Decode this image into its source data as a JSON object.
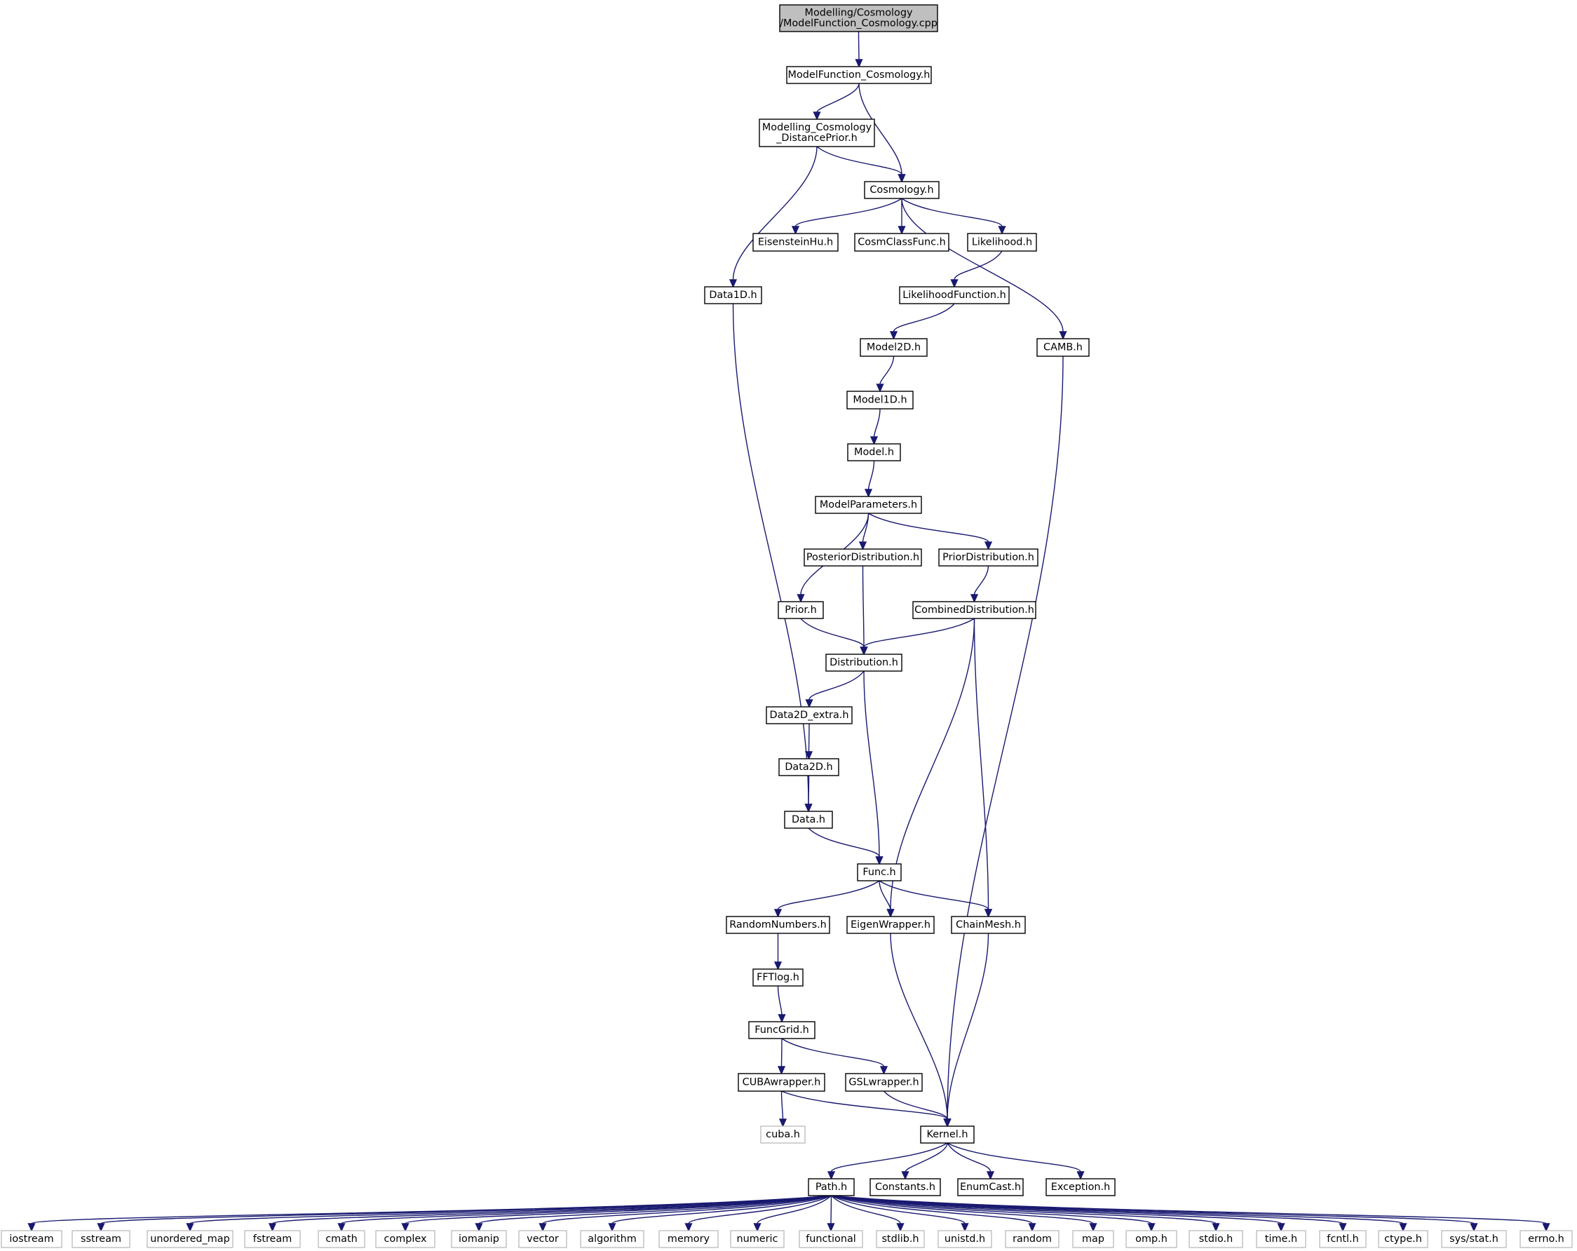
{
  "title": "",
  "nodes": [
    {
      "id": "root",
      "lines": [
        "Modelling/Cosmology",
        "/ModelFunction_Cosmology.cpp"
      ],
      "kind": "root"
    },
    {
      "id": "mfc_h",
      "lines": [
        "ModelFunction_Cosmology.h"
      ],
      "kind": "file"
    },
    {
      "id": "mcdp_h",
      "lines": [
        "Modelling_Cosmology",
        "_DistancePrior.h"
      ],
      "kind": "file"
    },
    {
      "id": "cosmology_h",
      "lines": [
        "Cosmology.h"
      ],
      "kind": "file"
    },
    {
      "id": "eisensteinhu_h",
      "lines": [
        "EisensteinHu.h"
      ],
      "kind": "file"
    },
    {
      "id": "cosmclassfunc_h",
      "lines": [
        "CosmClassFunc.h"
      ],
      "kind": "file"
    },
    {
      "id": "likelihood_h",
      "lines": [
        "Likelihood.h"
      ],
      "kind": "file"
    },
    {
      "id": "data1d_h",
      "lines": [
        "Data1D.h"
      ],
      "kind": "file"
    },
    {
      "id": "likelihoodfunction_h",
      "lines": [
        "LikelihoodFunction.h"
      ],
      "kind": "file"
    },
    {
      "id": "camb_h",
      "lines": [
        "CAMB.h"
      ],
      "kind": "file"
    },
    {
      "id": "model2d_h",
      "lines": [
        "Model2D.h"
      ],
      "kind": "file"
    },
    {
      "id": "model1d_h",
      "lines": [
        "Model1D.h"
      ],
      "kind": "file"
    },
    {
      "id": "model_h",
      "lines": [
        "Model.h"
      ],
      "kind": "file"
    },
    {
      "id": "modelparameters_h",
      "lines": [
        "ModelParameters.h"
      ],
      "kind": "file"
    },
    {
      "id": "posteriordistribution_h",
      "lines": [
        "PosteriorDistribution.h"
      ],
      "kind": "file"
    },
    {
      "id": "priordistribution_h",
      "lines": [
        "PriorDistribution.h"
      ],
      "kind": "file"
    },
    {
      "id": "prior_h",
      "lines": [
        "Prior.h"
      ],
      "kind": "file"
    },
    {
      "id": "combineddistribution_h",
      "lines": [
        "CombinedDistribution.h"
      ],
      "kind": "file"
    },
    {
      "id": "distribution_h",
      "lines": [
        "Distribution.h"
      ],
      "kind": "file"
    },
    {
      "id": "data2d_extra_h",
      "lines": [
        "Data2D_extra.h"
      ],
      "kind": "file"
    },
    {
      "id": "data2d_h",
      "lines": [
        "Data2D.h"
      ],
      "kind": "file"
    },
    {
      "id": "data_h",
      "lines": [
        "Data.h"
      ],
      "kind": "file"
    },
    {
      "id": "func_h",
      "lines": [
        "Func.h"
      ],
      "kind": "file"
    },
    {
      "id": "randomnumbers_h",
      "lines": [
        "RandomNumbers.h"
      ],
      "kind": "file"
    },
    {
      "id": "eigenwrapper_h",
      "lines": [
        "EigenWrapper.h"
      ],
      "kind": "file"
    },
    {
      "id": "chainmesh_h",
      "lines": [
        "ChainMesh.h"
      ],
      "kind": "file"
    },
    {
      "id": "fftlog_h",
      "lines": [
        "FFTlog.h"
      ],
      "kind": "file"
    },
    {
      "id": "funcgrid_h",
      "lines": [
        "FuncGrid.h"
      ],
      "kind": "file"
    },
    {
      "id": "cubawrapper_h",
      "lines": [
        "CUBAwrapper.h"
      ],
      "kind": "file"
    },
    {
      "id": "gslwrapper_h",
      "lines": [
        "GSLwrapper.h"
      ],
      "kind": "file"
    },
    {
      "id": "cuba_h",
      "lines": [
        "cuba.h"
      ],
      "kind": "ext"
    },
    {
      "id": "kernel_h",
      "lines": [
        "Kernel.h"
      ],
      "kind": "file"
    },
    {
      "id": "path_h",
      "lines": [
        "Path.h"
      ],
      "kind": "file"
    },
    {
      "id": "constants_h",
      "lines": [
        "Constants.h"
      ],
      "kind": "file"
    },
    {
      "id": "enumcast_h",
      "lines": [
        "EnumCast.h"
      ],
      "kind": "file"
    },
    {
      "id": "exception_h",
      "lines": [
        "Exception.h"
      ],
      "kind": "file"
    },
    {
      "id": "iostream",
      "lines": [
        "iostream"
      ],
      "kind": "ext"
    },
    {
      "id": "sstream",
      "lines": [
        "sstream"
      ],
      "kind": "ext"
    },
    {
      "id": "unordered_map",
      "lines": [
        "unordered_map"
      ],
      "kind": "ext"
    },
    {
      "id": "fstream",
      "lines": [
        "fstream"
      ],
      "kind": "ext"
    },
    {
      "id": "cmath",
      "lines": [
        "cmath"
      ],
      "kind": "ext"
    },
    {
      "id": "complex",
      "lines": [
        "complex"
      ],
      "kind": "ext"
    },
    {
      "id": "iomanip",
      "lines": [
        "iomanip"
      ],
      "kind": "ext"
    },
    {
      "id": "vector",
      "lines": [
        "vector"
      ],
      "kind": "ext"
    },
    {
      "id": "algorithm",
      "lines": [
        "algorithm"
      ],
      "kind": "ext"
    },
    {
      "id": "memory",
      "lines": [
        "memory"
      ],
      "kind": "ext"
    },
    {
      "id": "numeric",
      "lines": [
        "numeric"
      ],
      "kind": "ext"
    },
    {
      "id": "functional",
      "lines": [
        "functional"
      ],
      "kind": "ext"
    },
    {
      "id": "stdlib_h",
      "lines": [
        "stdlib.h"
      ],
      "kind": "ext"
    },
    {
      "id": "unistd_h",
      "lines": [
        "unistd.h"
      ],
      "kind": "ext"
    },
    {
      "id": "random",
      "lines": [
        "random"
      ],
      "kind": "ext"
    },
    {
      "id": "map",
      "lines": [
        "map"
      ],
      "kind": "ext"
    },
    {
      "id": "omp_h",
      "lines": [
        "omp.h"
      ],
      "kind": "ext"
    },
    {
      "id": "stdio_h",
      "lines": [
        "stdio.h"
      ],
      "kind": "ext"
    },
    {
      "id": "time_h",
      "lines": [
        "time.h"
      ],
      "kind": "ext"
    },
    {
      "id": "fcntl_h",
      "lines": [
        "fcntl.h"
      ],
      "kind": "ext"
    },
    {
      "id": "ctype_h",
      "lines": [
        "ctype.h"
      ],
      "kind": "ext"
    },
    {
      "id": "sys_stat_h",
      "lines": [
        "sys/stat.h"
      ],
      "kind": "ext"
    },
    {
      "id": "errno_h",
      "lines": [
        "errno.h"
      ],
      "kind": "ext"
    }
  ],
  "edges": [
    [
      "root",
      "mfc_h"
    ],
    [
      "mfc_h",
      "mcdp_h"
    ],
    [
      "mfc_h",
      "cosmology_h"
    ],
    [
      "mcdp_h",
      "cosmology_h"
    ],
    [
      "mcdp_h",
      "data1d_h"
    ],
    [
      "cosmology_h",
      "eisensteinhu_h"
    ],
    [
      "cosmology_h",
      "cosmclassfunc_h"
    ],
    [
      "cosmology_h",
      "likelihood_h"
    ],
    [
      "cosmology_h",
      "camb_h"
    ],
    [
      "likelihood_h",
      "likelihoodfunction_h"
    ],
    [
      "likelihoodfunction_h",
      "model2d_h"
    ],
    [
      "model2d_h",
      "model1d_h"
    ],
    [
      "model1d_h",
      "model_h"
    ],
    [
      "model_h",
      "modelparameters_h"
    ],
    [
      "modelparameters_h",
      "prior_h"
    ],
    [
      "modelparameters_h",
      "posteriordistribution_h"
    ],
    [
      "modelparameters_h",
      "priordistribution_h"
    ],
    [
      "priordistribution_h",
      "combineddistribution_h"
    ],
    [
      "prior_h",
      "distribution_h"
    ],
    [
      "posteriordistribution_h",
      "distribution_h"
    ],
    [
      "combineddistribution_h",
      "distribution_h"
    ],
    [
      "combineddistribution_h",
      "eigenwrapper_h"
    ],
    [
      "combineddistribution_h",
      "chainmesh_h"
    ],
    [
      "distribution_h",
      "data2d_extra_h"
    ],
    [
      "distribution_h",
      "func_h"
    ],
    [
      "data2d_extra_h",
      "data2d_h"
    ],
    [
      "data2d_h",
      "data_h"
    ],
    [
      "data1d_h",
      "data_h"
    ],
    [
      "data_h",
      "func_h"
    ],
    [
      "func_h",
      "randomnumbers_h"
    ],
    [
      "func_h",
      "eigenwrapper_h"
    ],
    [
      "func_h",
      "chainmesh_h"
    ],
    [
      "randomnumbers_h",
      "fftlog_h"
    ],
    [
      "fftlog_h",
      "funcgrid_h"
    ],
    [
      "funcgrid_h",
      "cubawrapper_h"
    ],
    [
      "funcgrid_h",
      "gslwrapper_h"
    ],
    [
      "cubawrapper_h",
      "cuba_h"
    ],
    [
      "cubawrapper_h",
      "kernel_h"
    ],
    [
      "gslwrapper_h",
      "kernel_h"
    ],
    [
      "eigenwrapper_h",
      "kernel_h"
    ],
    [
      "chainmesh_h",
      "kernel_h"
    ],
    [
      "camb_h",
      "kernel_h"
    ],
    [
      "kernel_h",
      "path_h"
    ],
    [
      "kernel_h",
      "constants_h"
    ],
    [
      "kernel_h",
      "enumcast_h"
    ],
    [
      "kernel_h",
      "exception_h"
    ],
    [
      "path_h",
      "iostream"
    ],
    [
      "path_h",
      "sstream"
    ],
    [
      "path_h",
      "unordered_map"
    ],
    [
      "path_h",
      "fstream"
    ],
    [
      "path_h",
      "cmath"
    ],
    [
      "path_h",
      "complex"
    ],
    [
      "path_h",
      "iomanip"
    ],
    [
      "path_h",
      "vector"
    ],
    [
      "path_h",
      "algorithm"
    ],
    [
      "path_h",
      "memory"
    ],
    [
      "path_h",
      "numeric"
    ],
    [
      "path_h",
      "functional"
    ],
    [
      "path_h",
      "stdlib_h"
    ],
    [
      "path_h",
      "unistd_h"
    ],
    [
      "path_h",
      "random"
    ],
    [
      "path_h",
      "map"
    ],
    [
      "path_h",
      "omp_h"
    ],
    [
      "path_h",
      "stdio_h"
    ],
    [
      "path_h",
      "time_h"
    ],
    [
      "path_h",
      "fcntl_h"
    ],
    [
      "path_h",
      "ctype_h"
    ],
    [
      "path_h",
      "sys_stat_h"
    ],
    [
      "path_h",
      "errno_h"
    ]
  ],
  "colors": {
    "edge": "#191970",
    "root_fill": "#bfbfbf",
    "node_border": "#000000",
    "external_border": "#bfbfbf"
  }
}
